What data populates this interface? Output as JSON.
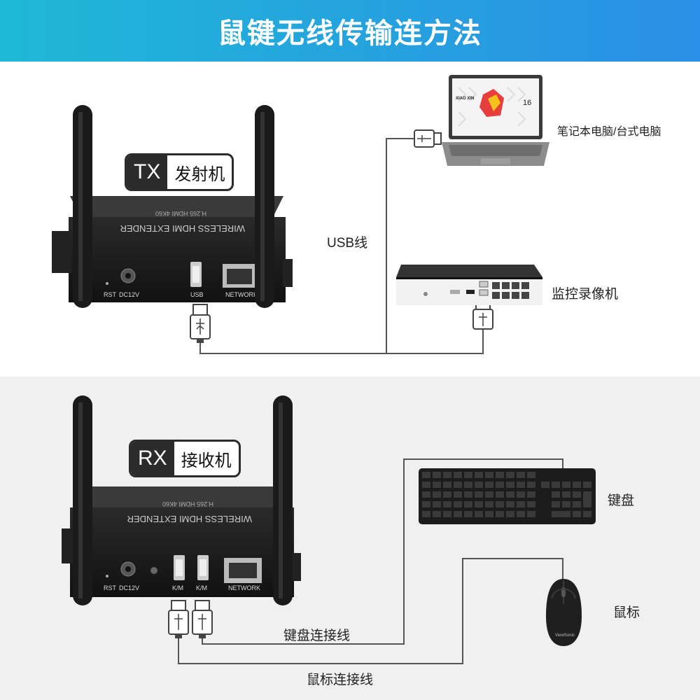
{
  "header": {
    "title": "鼠键无线传输连方法"
  },
  "tx": {
    "code": "TX",
    "name": "发射机",
    "front_text": "WIRELESS HDMI EXTENDER",
    "sub_text": "H.265 HDMI 4K60",
    "ports": {
      "rst": "RST",
      "dc": "DC12V",
      "usb": "USB",
      "network": "NETWORK"
    }
  },
  "rx": {
    "code": "RX",
    "name": "接收机",
    "front_text": "WIRELESS HDMI EXTENDER",
    "sub_text": "H.265 HDMI 4K60",
    "ports": {
      "rst": "RST",
      "dc": "DC12V",
      "km1": "K/M",
      "km2": "K/M",
      "network": "NETWORK"
    }
  },
  "labels": {
    "computer": "笔记本电脑/台式电脑",
    "nvr": "监控录像机",
    "usb_cable": "USB线",
    "keyboard": "键盘",
    "mouse": "鼠标",
    "keyboard_cable": "键盘连接线",
    "mouse_cable": "鼠标连接线"
  },
  "laptop_screen": {
    "brand": "XIAO XIN",
    "number": "16"
  },
  "mouse_brand": "ViewSonic",
  "colors": {
    "header_start": "#1fb8d6",
    "header_end": "#2a8fe6",
    "device": "#1c1c1c",
    "wire": "#555555"
  }
}
